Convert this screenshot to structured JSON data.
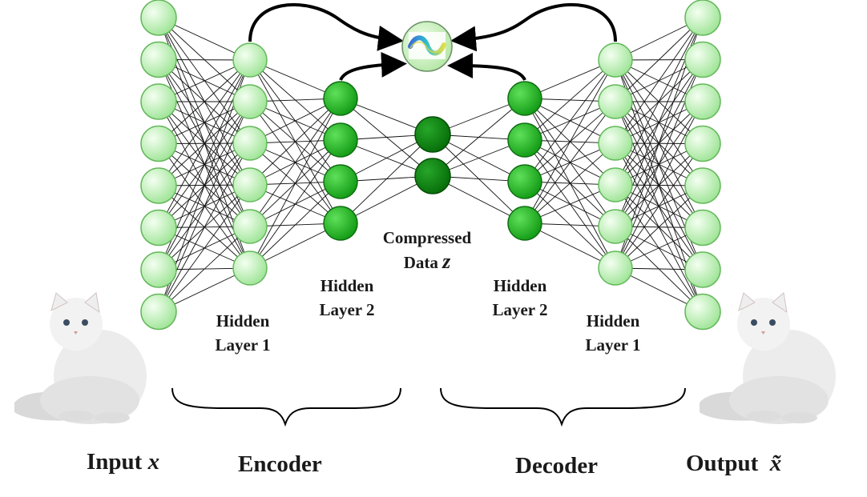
{
  "labels": {
    "enc_hidden1": [
      "Hidden",
      "Layer 1"
    ],
    "enc_hidden2": [
      "Hidden",
      "Layer 2"
    ],
    "compressed": [
      "Compressed",
      "Data"
    ],
    "compressed_symbol": "z",
    "dec_hidden2": [
      "Hidden",
      "Layer 2"
    ],
    "dec_hidden1": [
      "Hidden",
      "Layer 1"
    ],
    "input": "Input",
    "input_symbol": "x",
    "encoder": "Encoder",
    "decoder": "Decoder",
    "output": "Output",
    "output_symbol": "x̃"
  },
  "layers": [
    {
      "name": "input",
      "nodes": 8,
      "color": "#d7f7d0"
    },
    {
      "name": "encoder-hidden-1",
      "nodes": 6,
      "color": "#bdf0b5"
    },
    {
      "name": "encoder-hidden-2",
      "nodes": 4,
      "color": "#2fb52f"
    },
    {
      "name": "compressed",
      "nodes": 2,
      "color": "#0f8a12"
    },
    {
      "name": "decoder-hidden-2",
      "nodes": 4,
      "color": "#2fb52f"
    },
    {
      "name": "decoder-hidden-1",
      "nodes": 6,
      "color": "#bdf0b5"
    },
    {
      "name": "output",
      "nodes": 8,
      "color": "#d7f7d0"
    }
  ],
  "icons": {
    "input_image": "white-cat-photo",
    "output_image": "white-cat-photo",
    "latent_image": "wave-plot-icon"
  }
}
